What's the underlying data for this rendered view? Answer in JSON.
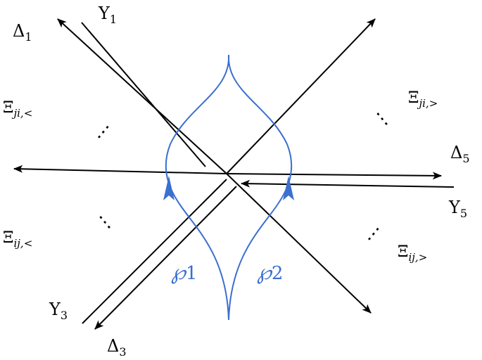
{
  "labels": {
    "upsilon1": {
      "base": "Υ",
      "sub": "1"
    },
    "delta1": {
      "base": "Δ",
      "sub": "1"
    },
    "xi_ji_less": {
      "base": "Ξ",
      "sub": "ji,<"
    },
    "xi_ji_greater": {
      "base": "Ξ",
      "sub": "ji,>"
    },
    "delta5": {
      "base": "Δ",
      "sub": "5"
    },
    "upsilon5": {
      "base": "Υ",
      "sub": "5"
    },
    "xi_ij_less": {
      "base": "Ξ",
      "sub": "ij,<"
    },
    "xi_ij_greater": {
      "base": "Ξ",
      "sub": "ij,>"
    },
    "upsilon3": {
      "base": "Υ",
      "sub": "3"
    },
    "delta3": {
      "base": "Δ",
      "sub": "3"
    },
    "wp1": {
      "base": "℘",
      "sub": "1"
    },
    "wp2": {
      "base": "℘",
      "sub": "2"
    }
  },
  "ellipsis": "⋮",
  "colors": {
    "lines": "#000000",
    "contours": "#3b6fd0"
  }
}
